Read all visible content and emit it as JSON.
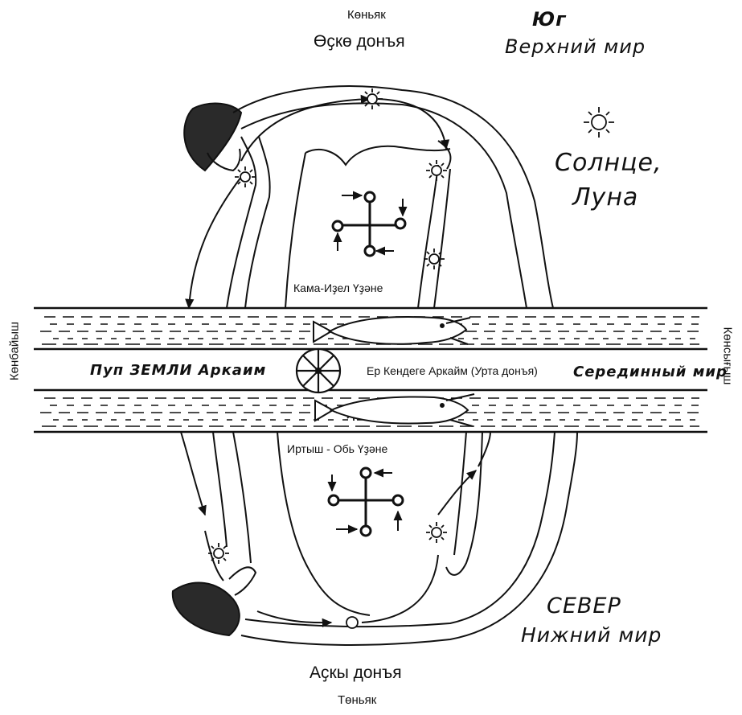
{
  "labels": {
    "top_small": "Көньяк",
    "top_main": "Өҫкө донъя",
    "south": "Юг",
    "upper_world": "Верхний мир",
    "sun_moon_1": "Солнце,",
    "sun_moon_2": "Луна",
    "kama_river": "Кама-Иҙел Үҙәне",
    "navel": "Пуп ЗЕМЛИ Аркаим",
    "middle_bashkir": "Ер Кендеге Аркайм (Урта донъя)",
    "middle_russian": "Серединный мир",
    "irtysh_river": "Иртыш - Обь Үҙәне",
    "north": "СЕВЕР",
    "lower_world": "Нижний мир",
    "bottom_main": "Аҫкы донъя",
    "bottom_small": "Төньяк",
    "left_vertical": "Көнбайыш",
    "right_vertical": "Көнсығыш"
  },
  "colors": {
    "ink": "#111111",
    "background": "#ffffff"
  }
}
